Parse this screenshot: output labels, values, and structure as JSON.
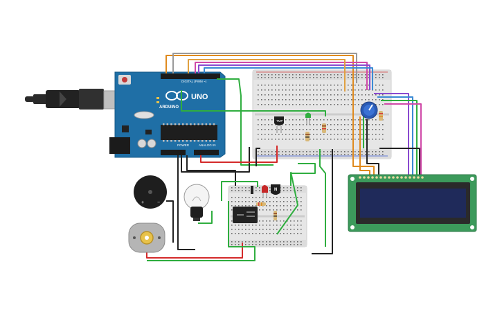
{
  "arduino": {
    "brand": "ARDUINO",
    "model": "UNO",
    "digital_label": "DIGITAL (PWM ~)",
    "power_label": "POWER",
    "analog_label": "ANALOG IN"
  },
  "transistor": {
    "label": "TMP"
  },
  "transistor2": {
    "label": "N"
  },
  "colors": {
    "board": "#1f6fa6",
    "breadboard": "#e9e9e9",
    "lcd_pcb": "#3c9a5b",
    "lcd_screen": "#1f2a5a",
    "usb_cable": "#2a2a2a"
  }
}
